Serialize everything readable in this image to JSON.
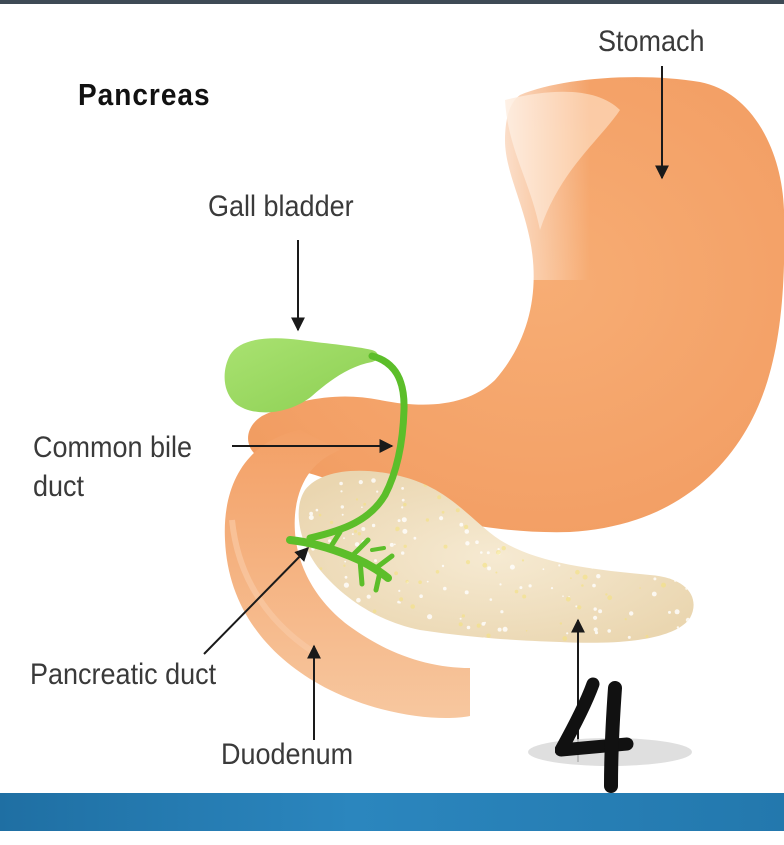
{
  "diagram": {
    "title": "Pancreas",
    "labels": {
      "stomach": "Stomach",
      "gall_bladder": "Gall bladder",
      "common_bile_duct_line1": "Common bile",
      "common_bile_duct_line2": "duct",
      "pancreatic_duct": "Pancreatic duct",
      "duodenum": "Duodenum"
    },
    "handwritten_number": "4"
  },
  "colors": {
    "stomach": "#f3a066",
    "stomach_light": "#fbd2b0",
    "pancreas": "#f1e3c4",
    "gall_bladder": "#9edb64",
    "duct": "#5cbe2a",
    "band": "#2378ad",
    "label": "#3a3a3a"
  }
}
